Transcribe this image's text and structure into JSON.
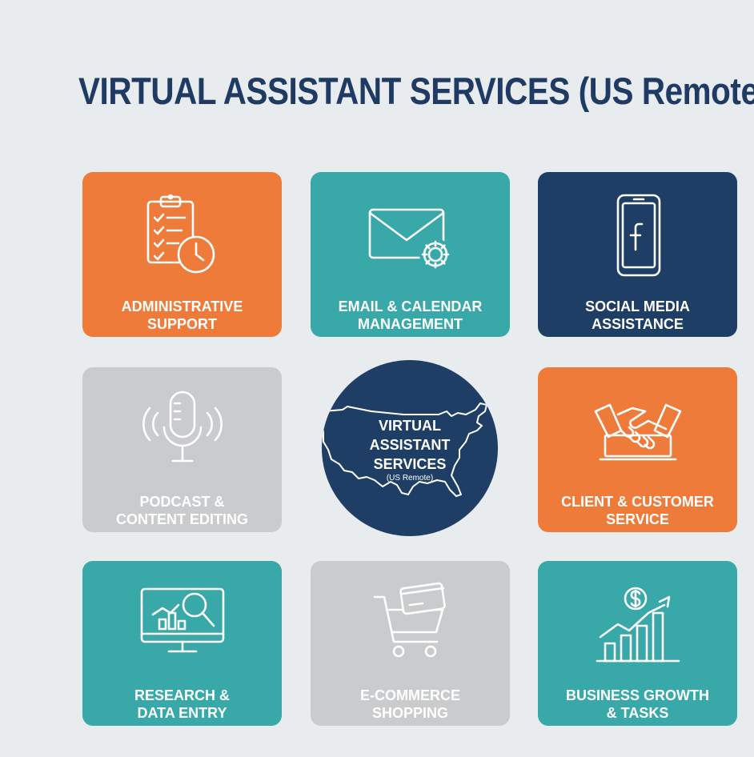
{
  "title": "VIRTUAL ASSISTANT SERVICES (US Remote)",
  "tiles": [
    {
      "line1": "ADMINISTRATIVE",
      "line2": "SUPPORT",
      "icon": "clipboard-clock-icon",
      "color": "#ef7b3b"
    },
    {
      "line1": "EMAIL & CALENDAR",
      "line2": "MANAGEMENT",
      "icon": "envelope-gear-icon",
      "color": "#38a8a8"
    },
    {
      "line1": "SOCIAL MEDIA",
      "line2": "ASSISTANCE",
      "icon": "phone-facebook-icon",
      "color": "#1f3e66"
    },
    {
      "line1": "PODCAST &",
      "line2": "CONTENT EDITING",
      "icon": "microphone-icon",
      "color": "#c9cbcd"
    },
    {
      "line1": "CLIENT & CUSTOMER",
      "line2": "SERVICE",
      "icon": "handshake-icon",
      "color": "#ef7b3b"
    },
    {
      "line1": "RESEARCH &",
      "line2": "DATA ENTRY",
      "icon": "monitor-search-icon",
      "color": "#38a8a8"
    },
    {
      "line1": "E-COMMERCE",
      "line2": "SHOPPING",
      "icon": "cart-card-icon",
      "color": "#c9cbcd"
    },
    {
      "line1": "BUSINESS GROWTH",
      "line2": "& TASKS",
      "icon": "growth-chart-icon",
      "color": "#38a8a8"
    }
  ],
  "center": {
    "line1": "VIRTUAL",
    "line2": "ASSISTANT",
    "line3": "SERVICES",
    "subtitle": "(US Remote)",
    "icon": "us-map-icon",
    "color": "#1f3e66"
  }
}
